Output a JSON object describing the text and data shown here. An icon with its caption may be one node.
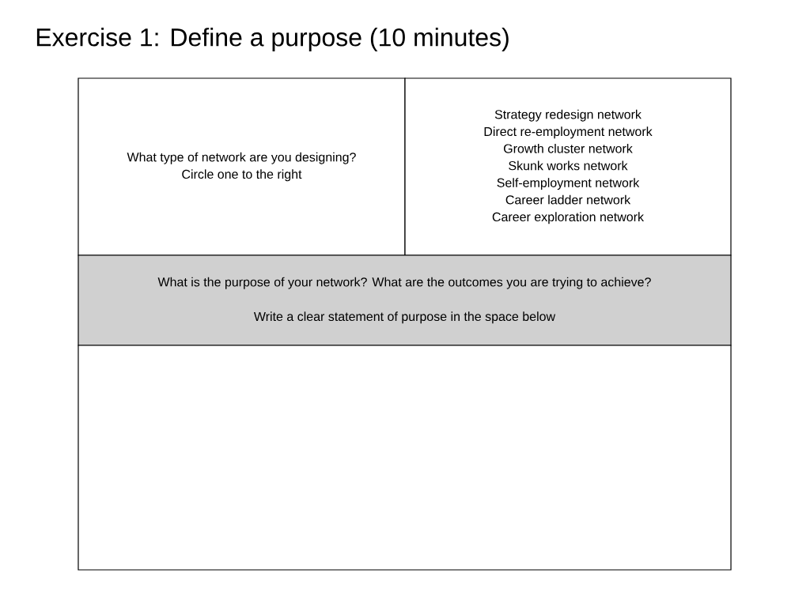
{
  "diagram": {
    "title": "Exercise 1: Define a purpose (10 minutes)",
    "nodes": [
      {
        "text": [
          "What type of network are you designing?",
          "Circle one to the right"
        ]
      },
      {
        "text": [
          "Strategy redesign network",
          "Direct re-employment network",
          "Growth cluster network",
          "Skunk works network",
          "Self-employment network",
          "Career ladder network",
          "Career exploration network"
        ]
      },
      {
        "text": [
          "What is the purpose of your network? What are the outcomes you are trying to achieve?",
          "Write a clear statement of purpose in the space below"
        ]
      },
      {
        "text": [],
        "shape": "box"
      }
    ]
  }
}
